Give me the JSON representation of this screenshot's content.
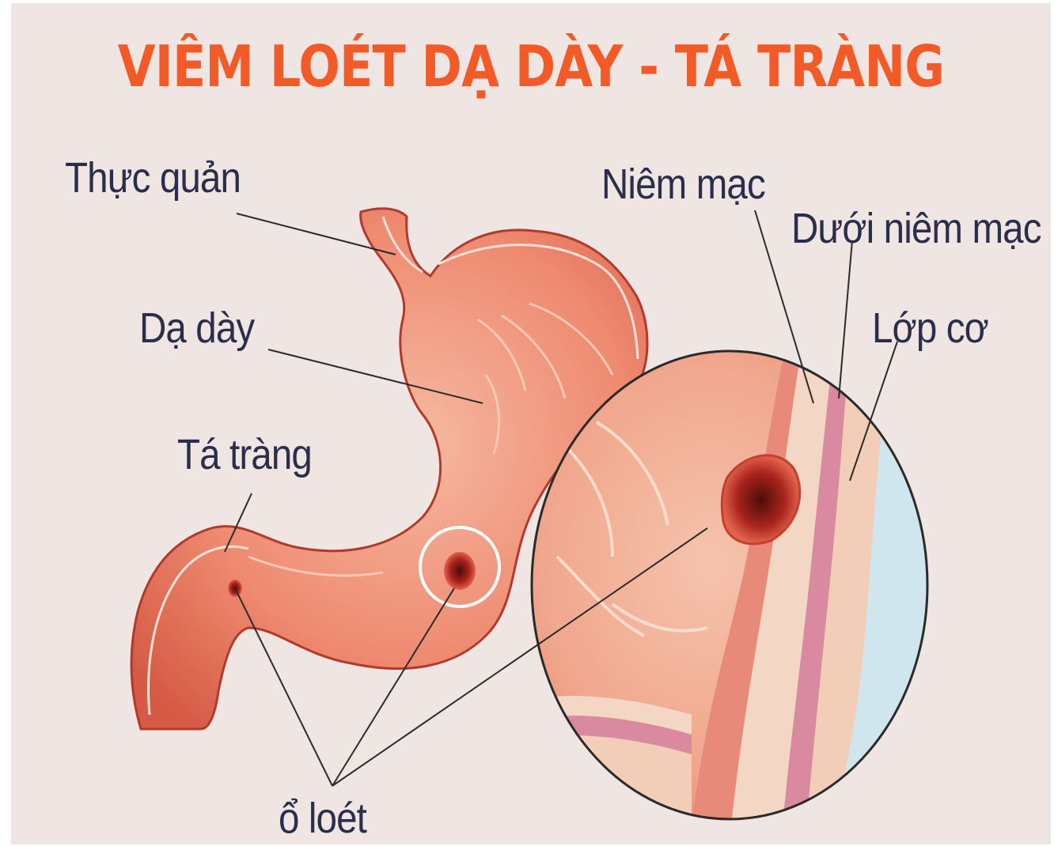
{
  "title": "VIÊM LOÉT DẠ DÀY - TÁ TRÀNG",
  "labels": {
    "esophagus": "Thực quản",
    "stomach": "Dạ dày",
    "duodenum": "Tá tràng",
    "mucosa": "Niêm mạc",
    "submucosa": "Dưới niêm mạc",
    "muscle_layer": "Lớp cơ",
    "ulcer": "ổ loét"
  },
  "colors": {
    "background": "#efe6e4",
    "title": "#f25a28",
    "label_text": "#2b2e4a",
    "tissue": "#e8735a",
    "tissue_dark": "#c2473a",
    "tissue_light": "#f3a78f",
    "lumen_fluid": "#cfe6ee"
  }
}
